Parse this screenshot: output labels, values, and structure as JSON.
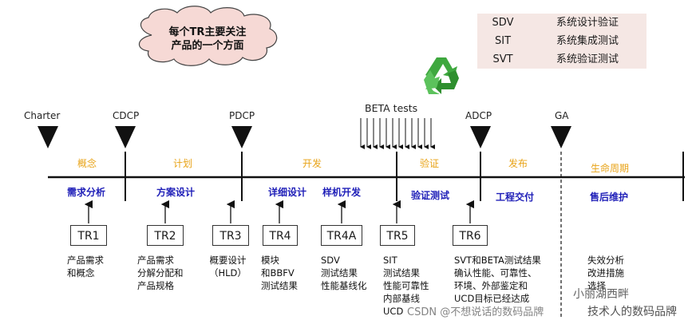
{
  "cloud": {
    "line1": "每个TR主要关注",
    "line2": "产品的一个方面"
  },
  "legend": [
    {
      "abbr": "SDV",
      "desc": "系统设计验证"
    },
    {
      "abbr": "SIT",
      "desc": "系统集成测试"
    },
    {
      "abbr": "SVT",
      "desc": "系统验证测试"
    }
  ],
  "recycle_icon": "recycle-icon",
  "beta_label": "BETA tests",
  "milestones": [
    "Charter",
    "CDCP",
    "PDCP",
    "ADCP",
    "GA"
  ],
  "phases": [
    "概念",
    "计划",
    "开发",
    "验证",
    "发布",
    "生命周期"
  ],
  "activities": [
    "需求分析",
    "方案设计",
    "详细设计",
    "样机开发",
    "验证测试",
    "工程交付",
    "售后维护"
  ],
  "tr_boxes": [
    "TR1",
    "TR2",
    "TR3",
    "TR4",
    "TR4A",
    "TR5",
    "TR6"
  ],
  "tr_descriptions": [
    "产品需求\n和概念",
    "产品需求\n分解分配和\n产品规格",
    "概要设计\n（HLD）",
    "模块\n和BBFV\n测试结果",
    "SDV\n测试结果\n性能基线化",
    "SIT\n测试结果\n性能可靠性\n内部基线\nUCD",
    "SVT和BETA测试结果\n确认性能、可靠性、\n环境、外部鉴定和\nUCD目标已经达成",
    "失效分析\n改进措施\n选择"
  ],
  "watermarks": {
    "wechat": "小丽湖西畔",
    "csdn": "CSDN @不想说话的数码品牌",
    "brand": "技术人的数码品牌"
  },
  "colors": {
    "phase": "#e8a317",
    "activity": "#1f1fb8",
    "legend_bg": "#f5e7e4",
    "recycle": "#3fa83f"
  }
}
